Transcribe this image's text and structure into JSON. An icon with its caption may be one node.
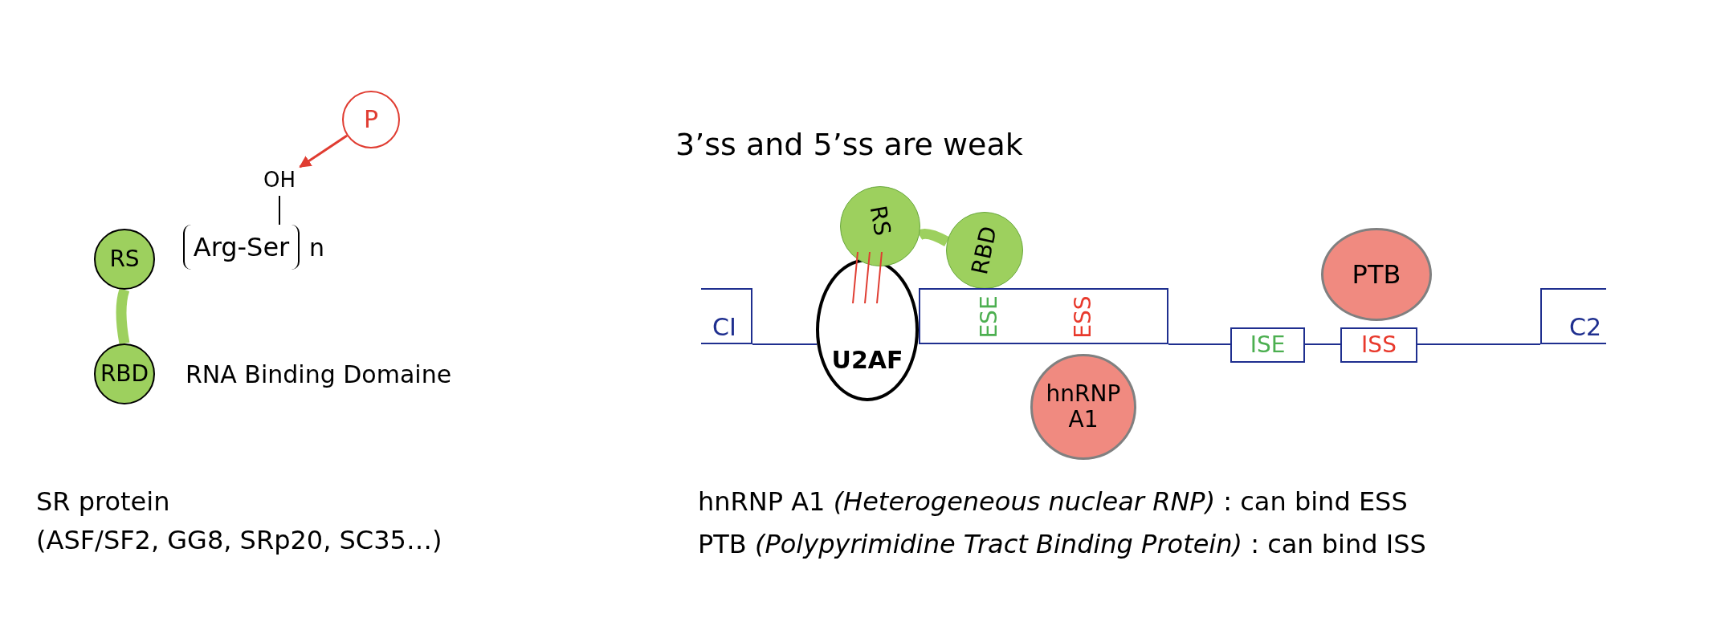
{
  "diagram": {
    "title": "3’ss and 5’ss are weak",
    "nodes": [
      {
        "text": [
          "P"
        ]
      },
      {
        "text": [
          "OH"
        ]
      },
      {
        "text": [
          "Arg-Ser"
        ],
        "beside": [
          "n"
        ]
      },
      {
        "text": [
          "RS"
        ]
      },
      {
        "text": [
          "RBD"
        ],
        "beside": [
          "RNA Binding Domaine"
        ]
      },
      {
        "text": [
          "CI"
        ]
      },
      {
        "text": [
          "U2AF"
        ]
      },
      {
        "text": [
          "RS"
        ]
      },
      {
        "text": [
          "RBD"
        ]
      },
      {
        "text": [
          "ESE",
          "ESS"
        ]
      },
      {
        "text": [
          "hnRNP A1"
        ]
      },
      {
        "text": [
          "ISE"
        ]
      },
      {
        "text": [
          "ISS"
        ]
      },
      {
        "text": [
          "PTB"
        ]
      },
      {
        "text": [
          "C2"
        ]
      }
    ],
    "edges": [
      {
        "from": 0,
        "to": 1,
        "arrow": "to",
        "color": "#e03c31"
      },
      {
        "from": 1,
        "to": 2,
        "arrow": "none",
        "color": "#000000"
      },
      {
        "from": 3,
        "to": 4,
        "arrow": "none",
        "style": "thick",
        "color": "#9dd05e"
      },
      {
        "from": 7,
        "to": 8,
        "arrow": "none",
        "style": "thick",
        "color": "#9dd05e"
      },
      {
        "from": 5,
        "to": 6,
        "arrow": "none",
        "color": "#1f2f8f"
      },
      {
        "from": 7,
        "to": 6,
        "arrow": "none",
        "color": "#e03c31"
      },
      {
        "from": 7,
        "to": 6,
        "arrow": "none",
        "color": "#e03c31"
      },
      {
        "from": 7,
        "to": 6,
        "arrow": "none",
        "color": "#e03c31"
      },
      {
        "from": 9,
        "to": 11,
        "arrow": "none",
        "color": "#1f2f8f"
      },
      {
        "from": 11,
        "to": 12,
        "arrow": "none",
        "color": "#1f2f8f"
      },
      {
        "from": 12,
        "to": 14,
        "arrow": "none",
        "color": "#1f2f8f"
      }
    ],
    "labels": [
      "SR protein",
      "(ASF/SF2, GG8, SRp20, SC35…)",
      "hnRNP A1 *(Heterogeneous nuclear RNP)* : can bind ESS",
      "PTB *(Polypyrimidine Tract Binding Protein)* : can bind ISS"
    ]
  }
}
